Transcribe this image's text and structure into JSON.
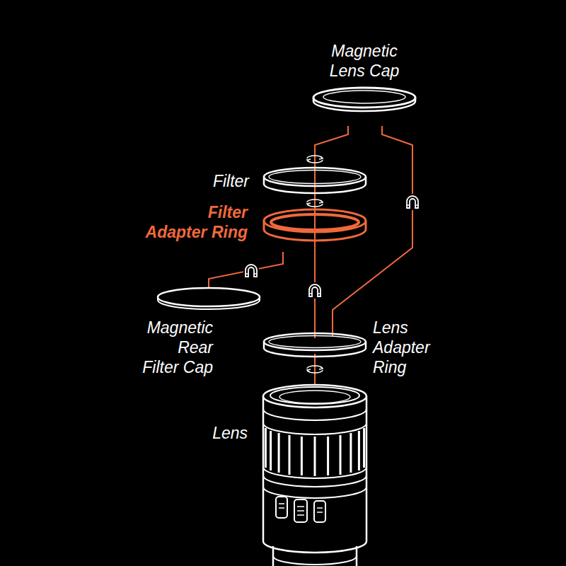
{
  "diagram": {
    "labels": [
      "Magnetic Lens Cap",
      "Filter",
      "Filter Adapter Ring",
      "Magnetic Rear Filter Cap",
      "Lens Adapter Ring",
      "Lens"
    ]
  }
}
